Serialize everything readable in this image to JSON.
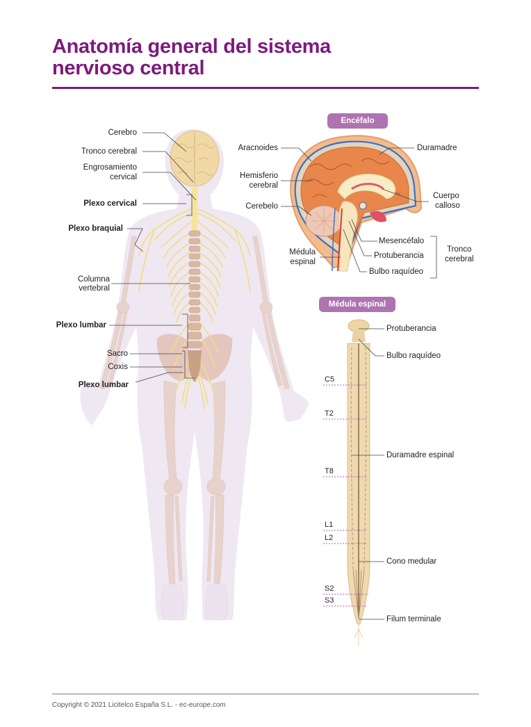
{
  "header": {
    "title_line1": "Anatomía general del sistema",
    "title_line2": "nervioso central"
  },
  "body_figure": {
    "labels": [
      {
        "text": "Cerebro",
        "bold": false
      },
      {
        "text": "Tronco cerebral",
        "bold": false
      },
      {
        "text": "Engrosamiento",
        "bold": false
      },
      {
        "text": "cervical",
        "bold": false
      },
      {
        "text": "Plexo cervical",
        "bold": true
      },
      {
        "text": "Plexo braquial",
        "bold": true
      },
      {
        "text": "Columna",
        "bold": false
      },
      {
        "text": "vertebral",
        "bold": false
      },
      {
        "text": "Plexo lumbar",
        "bold": true
      },
      {
        "text": "Sacro",
        "bold": false
      },
      {
        "text": "Coxis",
        "bold": false
      },
      {
        "text": "Plexo lumbar",
        "bold": true
      }
    ]
  },
  "brain_panel": {
    "badge": "Encéfalo",
    "labels": {
      "aracnoides": "Aracnoides",
      "duramadre": "Duramadre",
      "hemisferio_1": "Hemisferio",
      "hemisferio_2": "cerebral",
      "cuerpo_1": "Cuerpo",
      "cuerpo_2": "calloso",
      "cerebelo": "Cerebelo",
      "mesencefalo": "Mesencéfalo",
      "protuberancia": "Protuberancia",
      "bulbo": "Bulbo raquídeo",
      "medula_1": "Médula",
      "medula_2": "espinal",
      "tronco_1": "Tronco",
      "tronco_2": "cerebral"
    }
  },
  "spinal_panel": {
    "badge": "Médula espinal",
    "labels": {
      "protuberancia": "Protuberancia",
      "bulbo": "Bulbo raquídeo",
      "duramadre": "Duramadre espinal",
      "cono": "Cono medular",
      "filum": "Filum terminale"
    },
    "levels": [
      "C5",
      "T2",
      "T8",
      "L1",
      "L2",
      "S2",
      "S3"
    ]
  },
  "colors": {
    "title": "#7d1a7d",
    "badge": "#ae73b1",
    "level_line": "#b05ab5",
    "body_silhouette": "#eee6f0",
    "bone": "#e6cfc9",
    "nerve": "#f3e08a",
    "brain": "#f0d9a8"
  },
  "footer": {
    "copyright": "Copyright © 2021 Licitelco España S.L. - ec-europe.com"
  }
}
